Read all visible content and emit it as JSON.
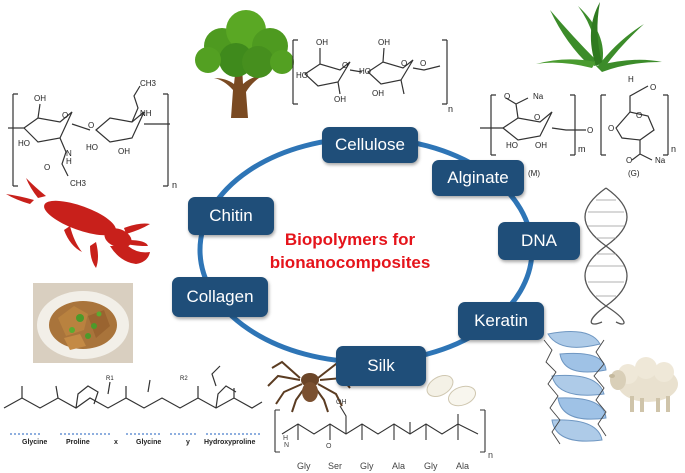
{
  "diagram": {
    "center_title_line1": "Biopolymers for",
    "center_title_line2": "bionanocomposites",
    "nodes": {
      "cellulose": "Cellulose",
      "alginate": "Alginate",
      "dna": "DNA",
      "keratin": "Keratin",
      "silk": "Silk",
      "collagen": "Collagen",
      "chitin": "Chitin"
    }
  },
  "structures": {
    "cellulose": {
      "subscript": "n",
      "labels": [
        "OH",
        "HO",
        "O",
        "OH",
        "HO",
        "O",
        "OH",
        "O",
        "OH"
      ]
    },
    "chitin": {
      "subscript": "n",
      "labels": [
        "OH",
        "HO",
        "O",
        "HO",
        "O",
        "NH",
        "OH",
        "N",
        "H",
        "O",
        "CH3",
        "CH3"
      ]
    },
    "alginate": {
      "m_label": "m",
      "n_label": "n",
      "M_label": "(M)",
      "G_label": "(G)",
      "labels": [
        "O",
        "Na",
        "O",
        "HO",
        "OH",
        "O",
        "O",
        "O",
        "Na",
        "O",
        "H",
        "O"
      ]
    },
    "silk": {
      "subscript": "n",
      "residues": [
        "Gly",
        "Ser",
        "Gly",
        "Ala",
        "Gly",
        "Ala"
      ],
      "labels": [
        "H",
        "N",
        "OH",
        "O"
      ]
    },
    "collagen": {
      "residues": [
        "Glycine",
        "Proline",
        "x",
        "Glycine",
        "y",
        "Hydroxyproline"
      ],
      "labels": [
        "R1",
        "R2"
      ]
    }
  },
  "colors": {
    "node_fill": "#1f4e79",
    "ring": "#2e75b6",
    "center_text": "#e5141b"
  }
}
